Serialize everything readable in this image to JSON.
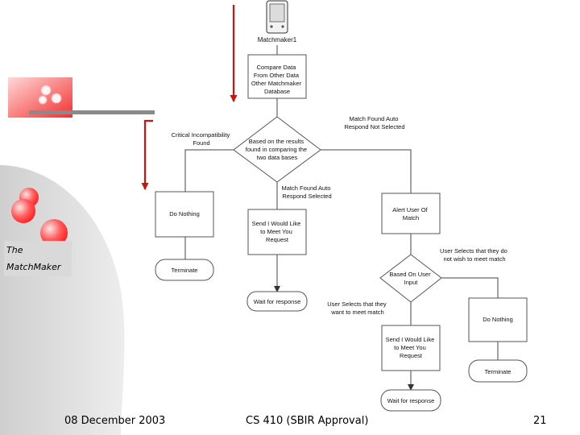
{
  "slide": {
    "title_line1": "The",
    "title_line2": "MatchMaker",
    "footer_date": "08 December 2003",
    "footer_course": "CS 410 (SBIR Approval)",
    "footer_page": "21"
  },
  "flowchart": {
    "device_label": "Matchmaker1",
    "compare_box": [
      "Compare Data",
      "From Other Data",
      "Other Matchmaker",
      "Database"
    ],
    "decision1": [
      "Based on the results",
      "found in comparing the",
      "two data bases"
    ],
    "critical_label": [
      "Critical Incompatibility",
      "Found"
    ],
    "auto_not_selected_label": [
      "Match Found Auto",
      "Respond Not Selected"
    ],
    "auto_selected_label": [
      "Match Found Auto",
      "Respond Selected"
    ],
    "do_nothing_left": "Do Nothing",
    "terminate_left": "Terminate",
    "send_request_mid": [
      "Send I Would Like",
      "to Meet You",
      "Request"
    ],
    "wait_mid": "Wait for response",
    "alert_user": [
      "Alert User Of",
      "Match"
    ],
    "user_no_label": [
      "User Selects that they do",
      "not wish to meet match"
    ],
    "decision2": [
      "Based On User",
      "Input"
    ],
    "user_yes_label": [
      "User Selects that they",
      "want to meet match"
    ],
    "do_nothing_right": "Do Nothing",
    "terminate_right": "Terminate",
    "send_request_right": [
      "Send I Would Like",
      "to Meet You",
      "Request"
    ],
    "wait_right": "Wait for response"
  },
  "colors": {
    "accent_red": "#cc1111",
    "line": "#444444",
    "box_border": "#555555",
    "title_bg": "#d9d9d9"
  }
}
